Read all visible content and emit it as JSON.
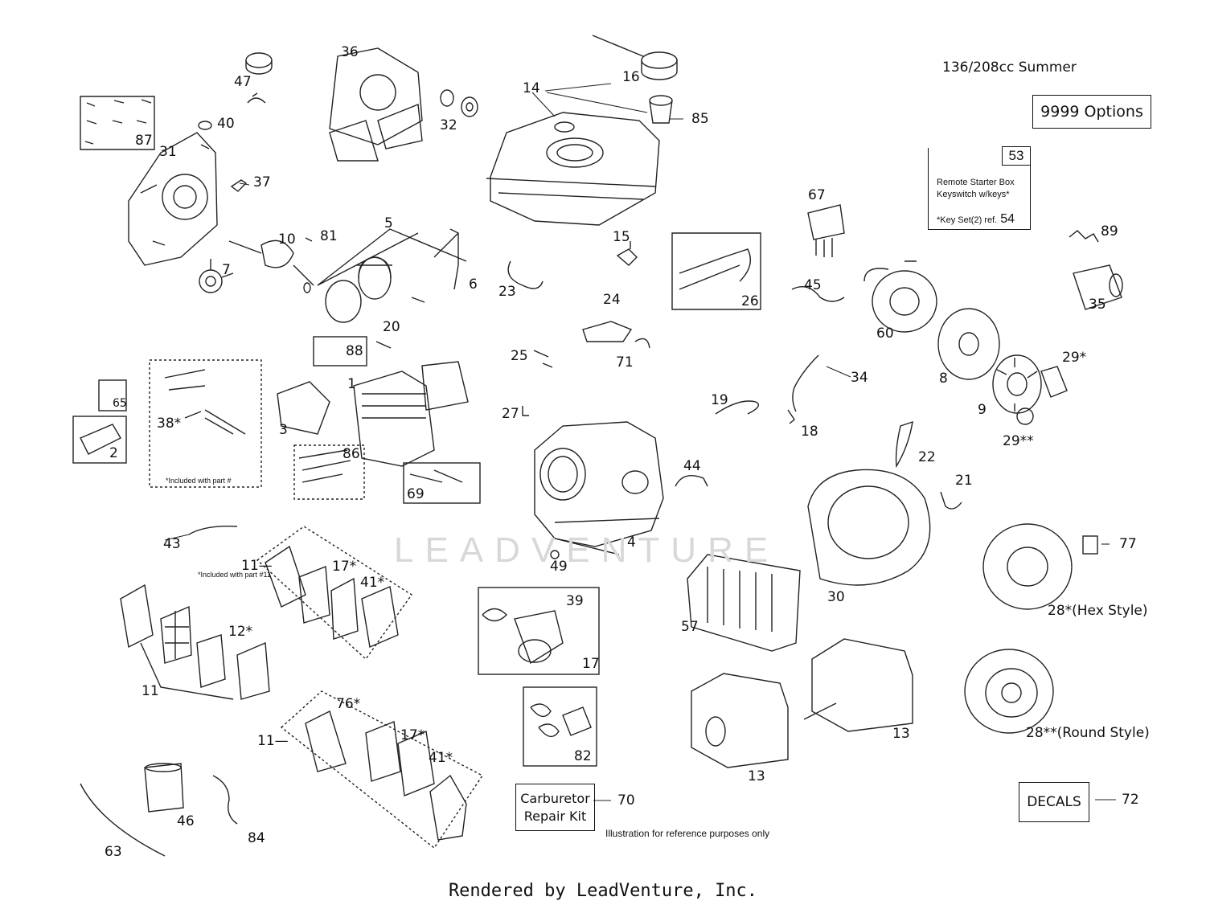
{
  "header": {
    "title": "136/208cc Summer",
    "options": "9999  Options"
  },
  "remote_box": {
    "number": "53",
    "line1": "Remote Starter Box",
    "line2": "Keyswitch w/keys*",
    "line3": "*Key Set(2) ref.",
    "ref": "54"
  },
  "kit_box": {
    "line1": "Carburetor",
    "line2": "Repair Kit",
    "number": "70"
  },
  "decals": {
    "label": "DECALS",
    "number": "72"
  },
  "note": "Illustration for reference purposes only",
  "note_38": "*Included with part #",
  "note_11": "*Included with part #11",
  "watermark": "LEADVENTURE",
  "footer": "Rendered by LeadVenture, Inc.",
  "style_labels": {
    "hex": "28*(Hex Style)",
    "round": "28**(Round Style)"
  },
  "parts": [
    "1",
    "2",
    "3",
    "4",
    "5",
    "6",
    "7",
    "8",
    "9",
    "10",
    "11",
    "12*",
    "13",
    "14",
    "15",
    "16",
    "17",
    "17*",
    "18",
    "19",
    "20",
    "21",
    "22",
    "23",
    "24",
    "25",
    "26",
    "27",
    "29*",
    "29**",
    "30",
    "31",
    "32",
    "34",
    "35",
    "36",
    "37",
    "38*",
    "39",
    "40",
    "41*",
    "43",
    "44",
    "45",
    "46",
    "47",
    "49",
    "57",
    "60",
    "63",
    "65",
    "67",
    "69",
    "71",
    "76*",
    "77",
    "81",
    "82",
    "84",
    "85",
    "86",
    "87",
    "88",
    "89"
  ]
}
